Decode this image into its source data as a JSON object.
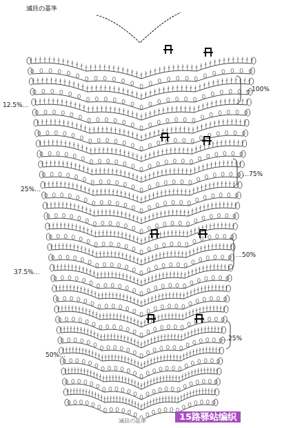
{
  "diagram": {
    "labels": [
      "減目の基準",
      "12.5%…",
      "25%…",
      "37.5%…",
      "50%…",
      "…100%",
      "…75%",
      "…50%",
      "…25%",
      "減目の基準",
      "15路驿站编织"
    ]
  }
}
